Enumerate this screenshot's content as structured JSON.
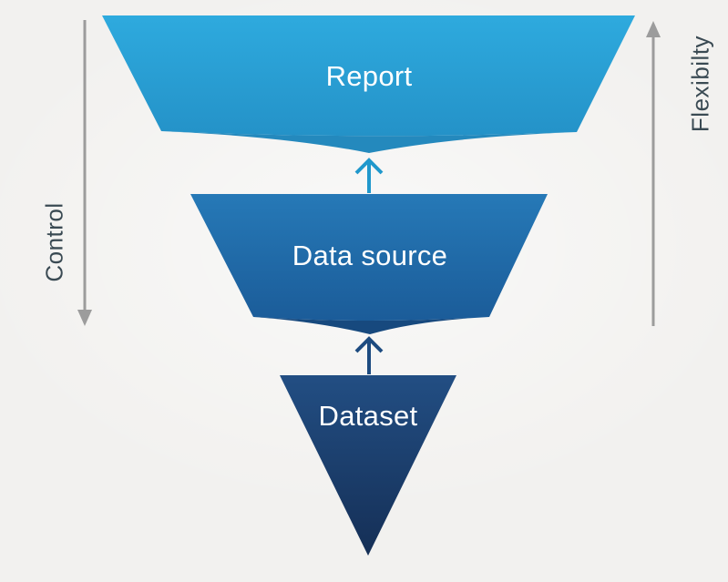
{
  "diagram": {
    "levels": [
      {
        "label": "Report",
        "color_top": "#2eaade",
        "color_bottom": "#2492c8",
        "fold_color": "#2489bd"
      },
      {
        "label": "Data source",
        "color_top": "#2679b7",
        "color_bottom": "#1b5c99",
        "fold_color": "#17497e"
      },
      {
        "label": "Dataset",
        "color_top": "#224e83",
        "color_bottom": "#152f56"
      }
    ],
    "connectors": [
      {
        "name": "datasource-to-report",
        "direction": "up",
        "color": "#2098cc"
      },
      {
        "name": "dataset-to-datasource",
        "direction": "up",
        "color": "#1d4b80"
      }
    ],
    "side_axes": {
      "left": {
        "label": "Control",
        "direction": "down",
        "arrow_color": "#9c9c9c",
        "text_color": "#3a4a53"
      },
      "right": {
        "label": "Flexibilty",
        "direction": "up",
        "arrow_color": "#9c9c9c",
        "text_color": "#3a4a53"
      }
    },
    "background_color": "#f2f1ef",
    "level_text_color": "#ffffff"
  }
}
